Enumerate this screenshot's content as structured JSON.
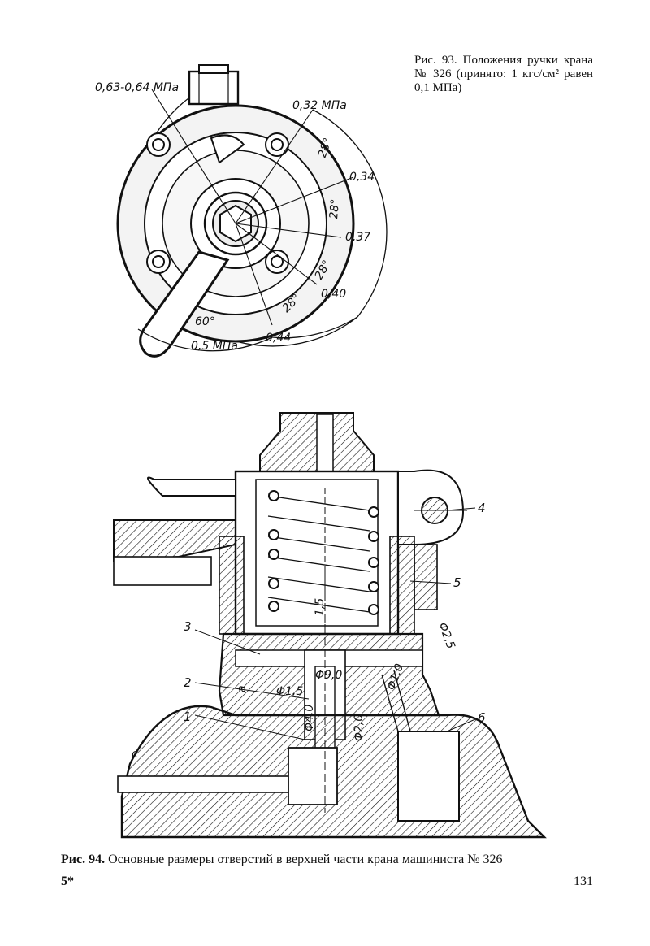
{
  "figure93": {
    "caption_prefix": "Рис. 93.",
    "caption_text": "Положения ручки крана № 326 (принято: 1 кгс/см² равен 0,1 МПа)",
    "labels": {
      "p_high": "0,63-0,64 МПа",
      "p_032": "0,32 МПа",
      "p_034": "0,34",
      "p_037": "0,37",
      "p_040": "0,40",
      "p_044": "0,44",
      "p_05": "0,5 МПа",
      "angle_a": "28°",
      "angle_b": "28°",
      "angle_c": "28°",
      "angle_d": "28°",
      "angle_60": "60°"
    }
  },
  "figure94": {
    "caption_prefix": "Рис. 94.",
    "caption_text": "Основные размеры отверстий в верхней части крана машиниста № 326",
    "labels": {
      "part1": "1",
      "part2": "2",
      "part3": "3",
      "part4": "4",
      "part5": "5",
      "part6": "6",
      "d15_top": "1,5",
      "d_phi25": "Φ2,5",
      "d_phi90": "Φ9,0",
      "d_phi15": "Φ1,5",
      "d_phi10": "Φ1,0",
      "d_phi40": "Φ4,0",
      "d_phi20": "Φ2,0",
      "d_a": "a",
      "d_c": "c"
    }
  },
  "footer": {
    "signature": "5*",
    "page_number": "131"
  }
}
